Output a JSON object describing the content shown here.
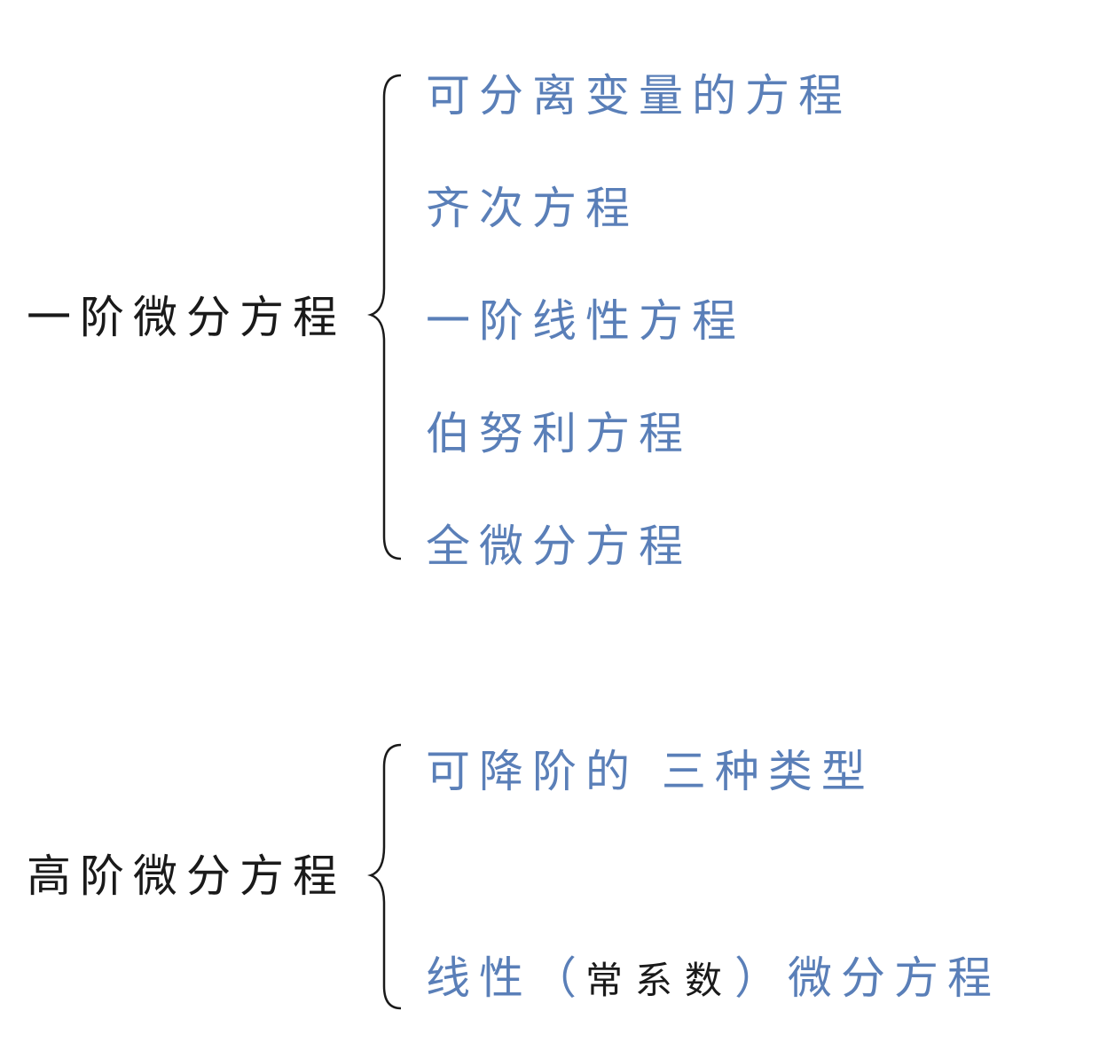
{
  "groups": [
    {
      "label": "一阶微分方程",
      "items": [
        "可分离变量的方程",
        "齐次方程",
        "一阶线性方程",
        "伯努利方程",
        "全微分方程"
      ]
    },
    {
      "label": "高阶微分方程",
      "items": [
        "可降阶的 三种类型"
      ],
      "linear": {
        "prefix": "线性",
        "open_paren": "（",
        "note": "常系数",
        "close_paren": "）",
        "suffix": "微分方程"
      }
    }
  ],
  "colors": {
    "parent_text": "#1a1a1a",
    "child_text": "#5a7fb8",
    "brace": "#1a1a1a"
  }
}
